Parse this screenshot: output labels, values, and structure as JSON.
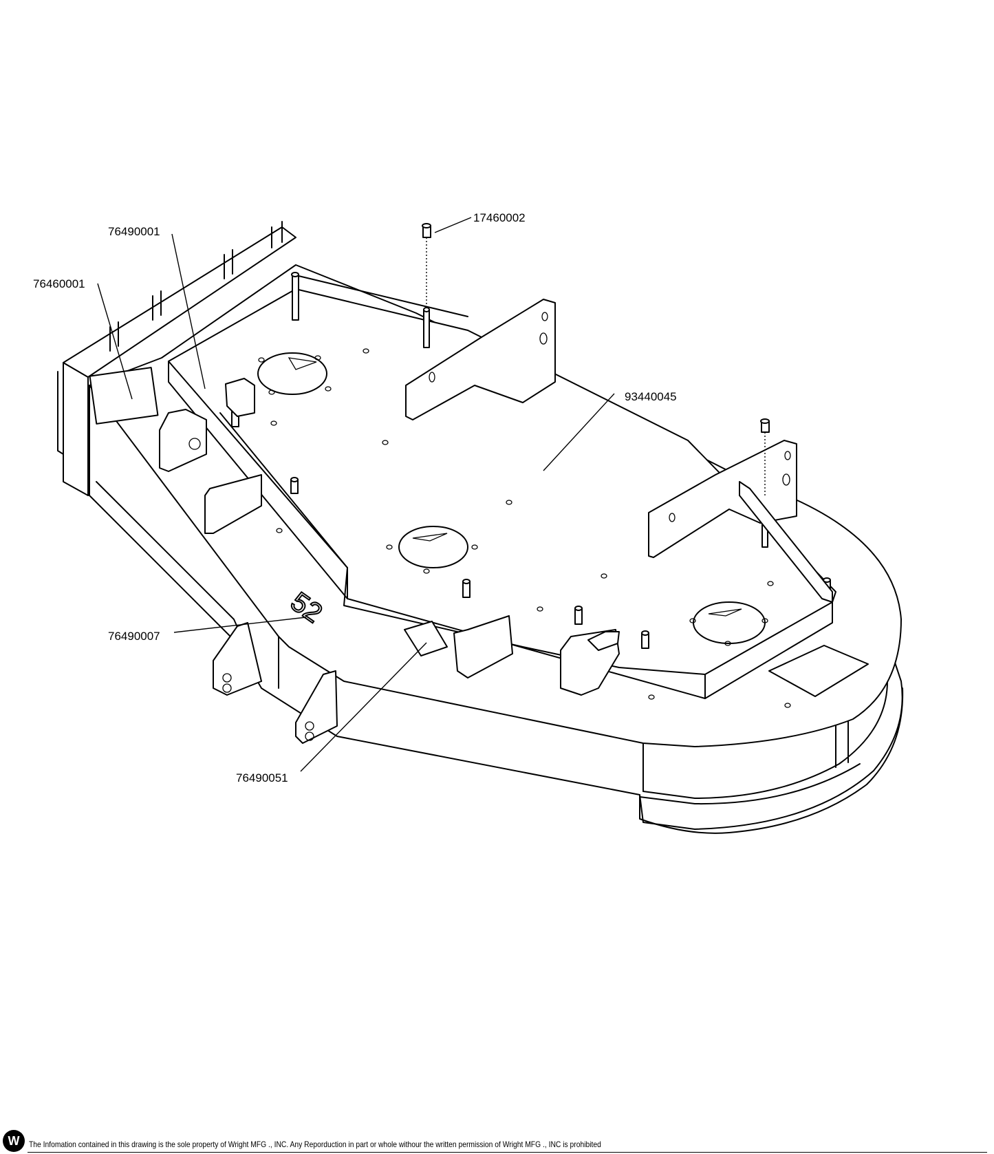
{
  "diagram": {
    "deck_number": "52",
    "callouts": [
      {
        "id": "c1",
        "label": "17460002"
      },
      {
        "id": "c2",
        "label": "76490001"
      },
      {
        "id": "c3",
        "label": "76460001"
      },
      {
        "id": "c4",
        "label": "93440045"
      },
      {
        "id": "c5",
        "label": "76490007"
      },
      {
        "id": "c6",
        "label": "76490051"
      }
    ]
  },
  "footer": {
    "logo_letter": "W",
    "notice": "The Infomation contained in this drawing is the sole property of Wright MFG ., INC. Any Reporduction in part or whole withour the written permission of Wright MFG ., INC is prohibited"
  }
}
